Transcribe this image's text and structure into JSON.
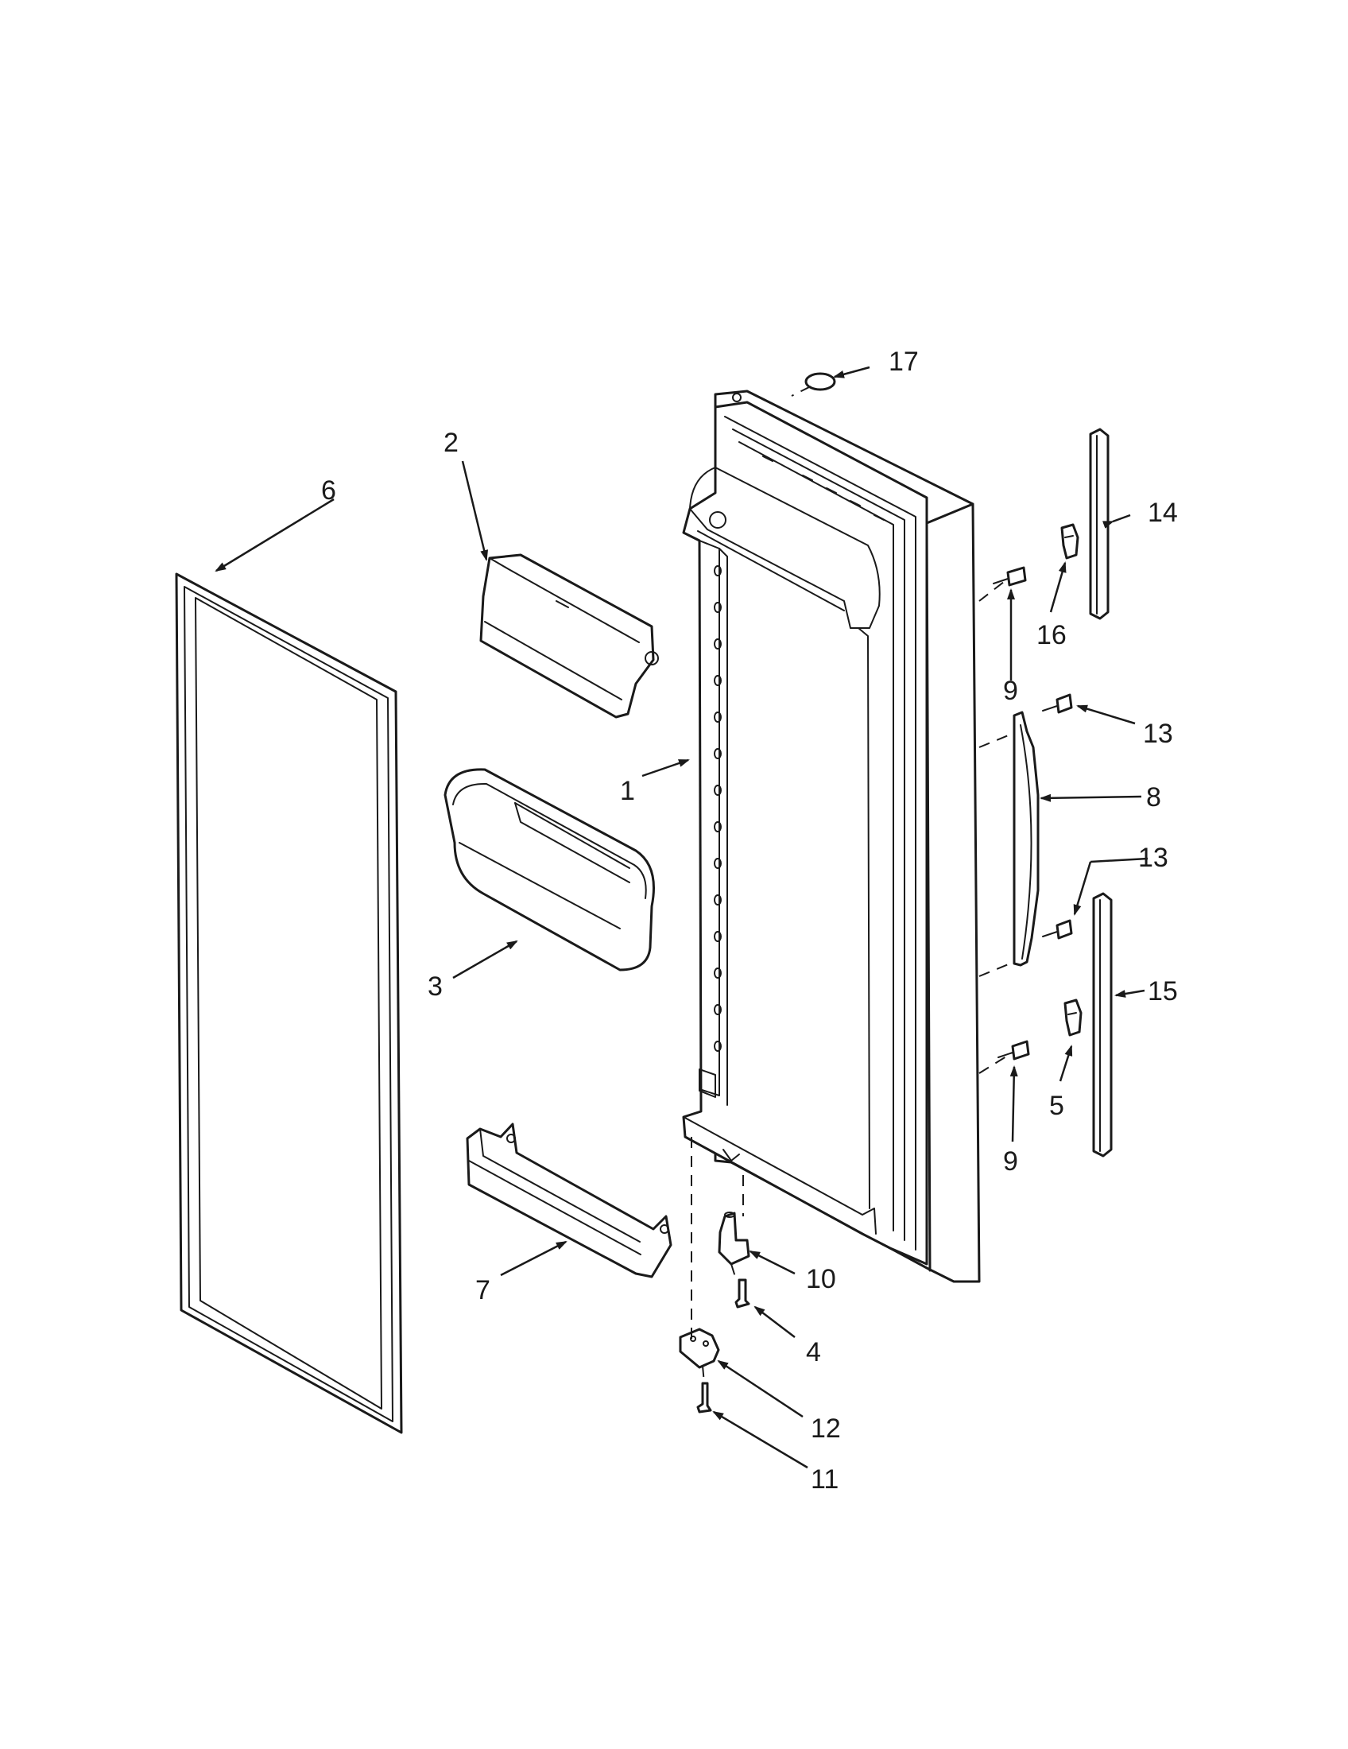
{
  "diagram": {
    "callouts": [
      {
        "id": "1",
        "label": "1"
      },
      {
        "id": "2",
        "label": "2"
      },
      {
        "id": "3",
        "label": "3"
      },
      {
        "id": "4",
        "label": "4"
      },
      {
        "id": "5",
        "label": "5"
      },
      {
        "id": "6",
        "label": "6"
      },
      {
        "id": "7",
        "label": "7"
      },
      {
        "id": "8",
        "label": "8"
      },
      {
        "id": "9a",
        "label": "9"
      },
      {
        "id": "9b",
        "label": "9"
      },
      {
        "id": "10",
        "label": "10"
      },
      {
        "id": "11",
        "label": "11"
      },
      {
        "id": "12",
        "label": "12"
      },
      {
        "id": "13a",
        "label": "13"
      },
      {
        "id": "13b",
        "label": "13"
      },
      {
        "id": "14",
        "label": "14"
      },
      {
        "id": "15",
        "label": "15"
      },
      {
        "id": "16",
        "label": "16"
      },
      {
        "id": "17",
        "label": "17"
      }
    ]
  }
}
